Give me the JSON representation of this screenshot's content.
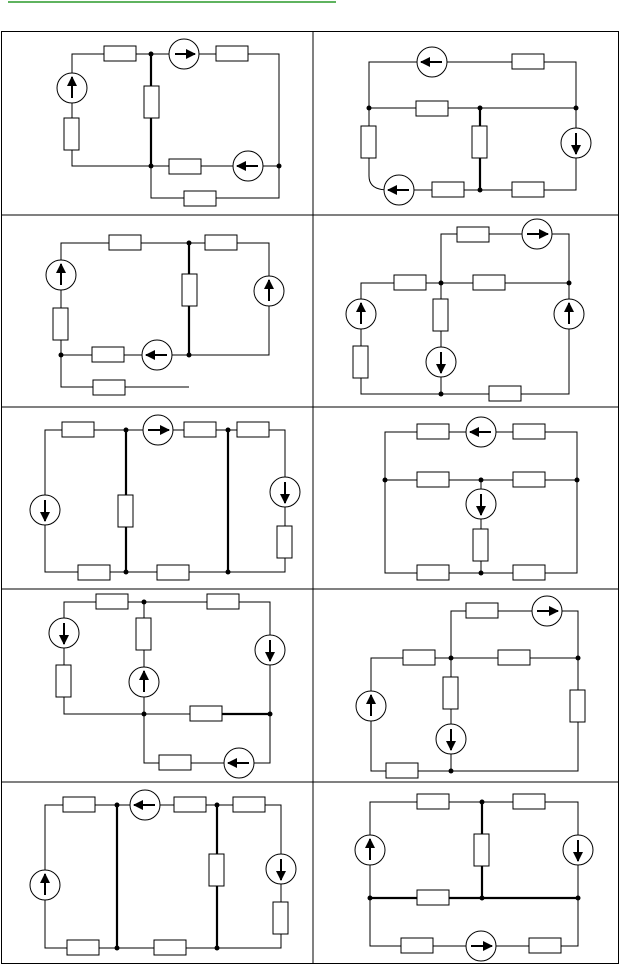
{
  "colors": {
    "header_rule": "#2a9a2a",
    "line": "#000000",
    "background": "#ffffff"
  },
  "layout": {
    "columns": 2,
    "rows": 5,
    "cells": 10
  },
  "cells": [
    {
      "id": "r1c1",
      "element_types": [
        "resistor",
        "current-source",
        "node",
        "wire"
      ]
    },
    {
      "id": "r1c2",
      "element_types": [
        "resistor",
        "current-source",
        "node",
        "wire"
      ]
    },
    {
      "id": "r2c1",
      "element_types": [
        "resistor",
        "current-source",
        "node",
        "wire"
      ]
    },
    {
      "id": "r2c2",
      "element_types": [
        "resistor",
        "current-source",
        "node",
        "wire"
      ]
    },
    {
      "id": "r3c1",
      "element_types": [
        "resistor",
        "current-source",
        "node",
        "wire"
      ]
    },
    {
      "id": "r3c2",
      "element_types": [
        "resistor",
        "current-source",
        "node",
        "wire"
      ]
    },
    {
      "id": "r4c1",
      "element_types": [
        "resistor",
        "current-source",
        "node",
        "wire"
      ]
    },
    {
      "id": "r4c2",
      "element_types": [
        "resistor",
        "current-source",
        "node",
        "wire"
      ]
    },
    {
      "id": "r5c1",
      "element_types": [
        "resistor",
        "current-source",
        "node",
        "wire"
      ]
    },
    {
      "id": "r5c2",
      "element_types": [
        "resistor",
        "current-source",
        "node",
        "wire"
      ]
    }
  ]
}
